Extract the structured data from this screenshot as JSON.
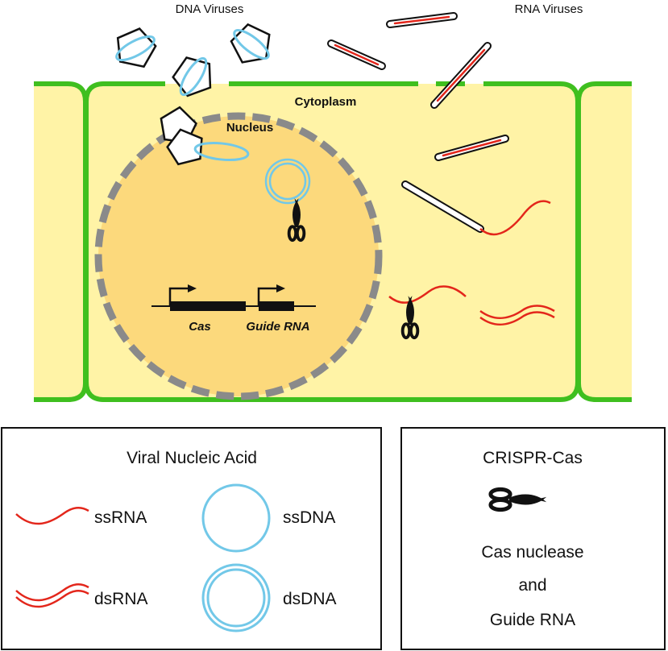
{
  "labels": {
    "dna_viruses": "DNA Viruses",
    "rna_viruses": "RNA Viruses",
    "cytoplasm": "Cytoplasm",
    "nucleus": "Nucleus",
    "gene_cas": "Cas",
    "gene_guide_rna": "Guide RNA"
  },
  "legend_viral": {
    "title": "Viral Nucleic Acid",
    "items": [
      "ssRNA",
      "ssDNA",
      "dsRNA",
      "dsDNA"
    ]
  },
  "legend_crispr": {
    "title": "CRISPR-Cas",
    "line1": "Cas nuclease",
    "line2": "and",
    "line3": "Guide RNA"
  },
  "colors": {
    "membrane": "#3fbf1f",
    "cytoplasm": "#fff3a6",
    "nucleus": "#fcd97c",
    "nuclear_envelope": "#8a8a8a",
    "rna": "#e3261b",
    "dna": "#72c8e8",
    "ink": "#111111"
  },
  "icons": [
    "pentagon-capsid-icon",
    "rod-virus-icon",
    "scissors-icon",
    "promoter-arrow-icon"
  ]
}
